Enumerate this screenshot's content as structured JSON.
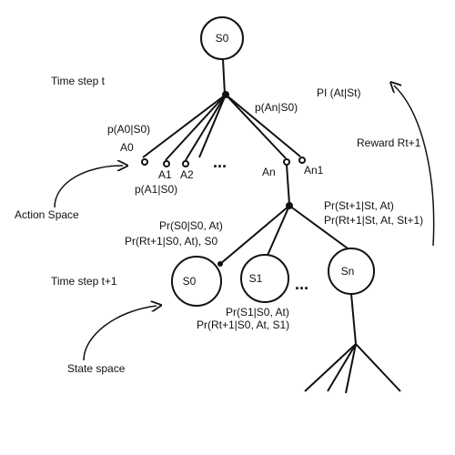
{
  "nodes": {
    "root": "S0",
    "s0": "S0",
    "s1": "S1",
    "sn": "Sn"
  },
  "actions": {
    "a0": "A0",
    "a1": "A1",
    "a2": "A2",
    "an": "An",
    "an1": "An1",
    "ellipsis_top": "...",
    "ellipsis_bottom": "..."
  },
  "probabilities": {
    "p_a0": "p(A0|S0)",
    "p_a1": "p(A1|S0)",
    "p_an": "p(An|S0)",
    "pi": "PI (At|St)",
    "pr_s0_1": "Pr(S0|S0, At)",
    "pr_s0_2": "Pr(Rt+1|S0, At), S0",
    "pr_s1_1": "Pr(S1|S0, At)",
    "pr_s1_2": "Pr(Rt+1|S0, At, S1)",
    "pr_st_1": "Pr(St+1|St, At)",
    "pr_st_2": "Pr(Rt+1|St, At, St+1)"
  },
  "annotations": {
    "time_t": "Time step t",
    "time_t1": "Time step t+1",
    "reward": "Reward Rt+1",
    "action_space": "Action Space",
    "state_space": "State space"
  }
}
